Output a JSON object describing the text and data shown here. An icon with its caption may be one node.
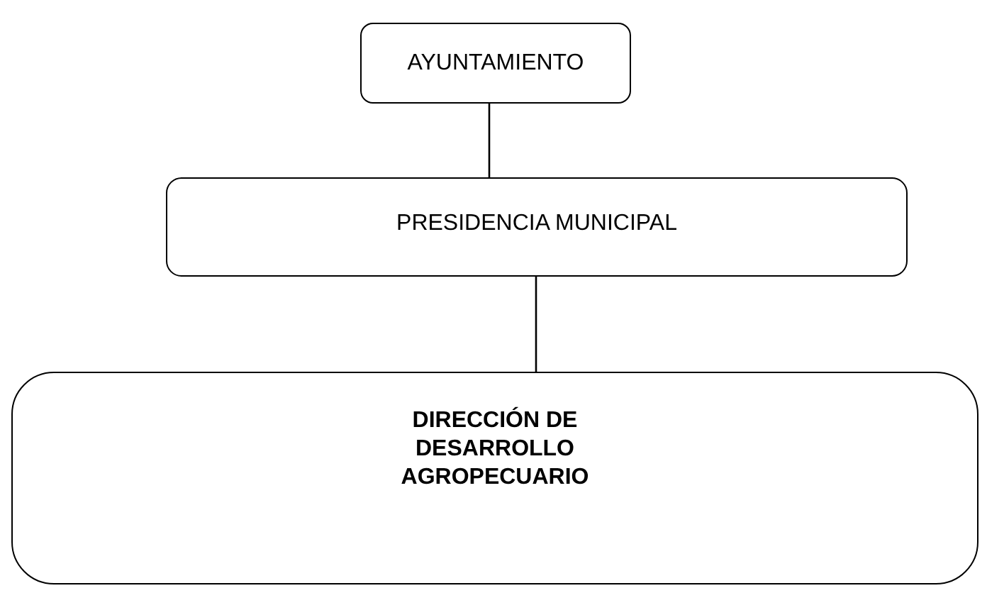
{
  "diagram": {
    "nodes": [
      {
        "text": [
          "AYUNTAMIENTO"
        ]
      },
      {
        "text": [
          "PRESIDENCIA MUNICIPAL"
        ]
      },
      {
        "text": [
          "DIRECCIÓN DE DESARROLLO AGROPECUARIO"
        ]
      }
    ],
    "edges": [
      {
        "from": 0,
        "to": 1,
        "arrow": "none"
      },
      {
        "from": 1,
        "to": 2,
        "arrow": "none"
      }
    ]
  }
}
